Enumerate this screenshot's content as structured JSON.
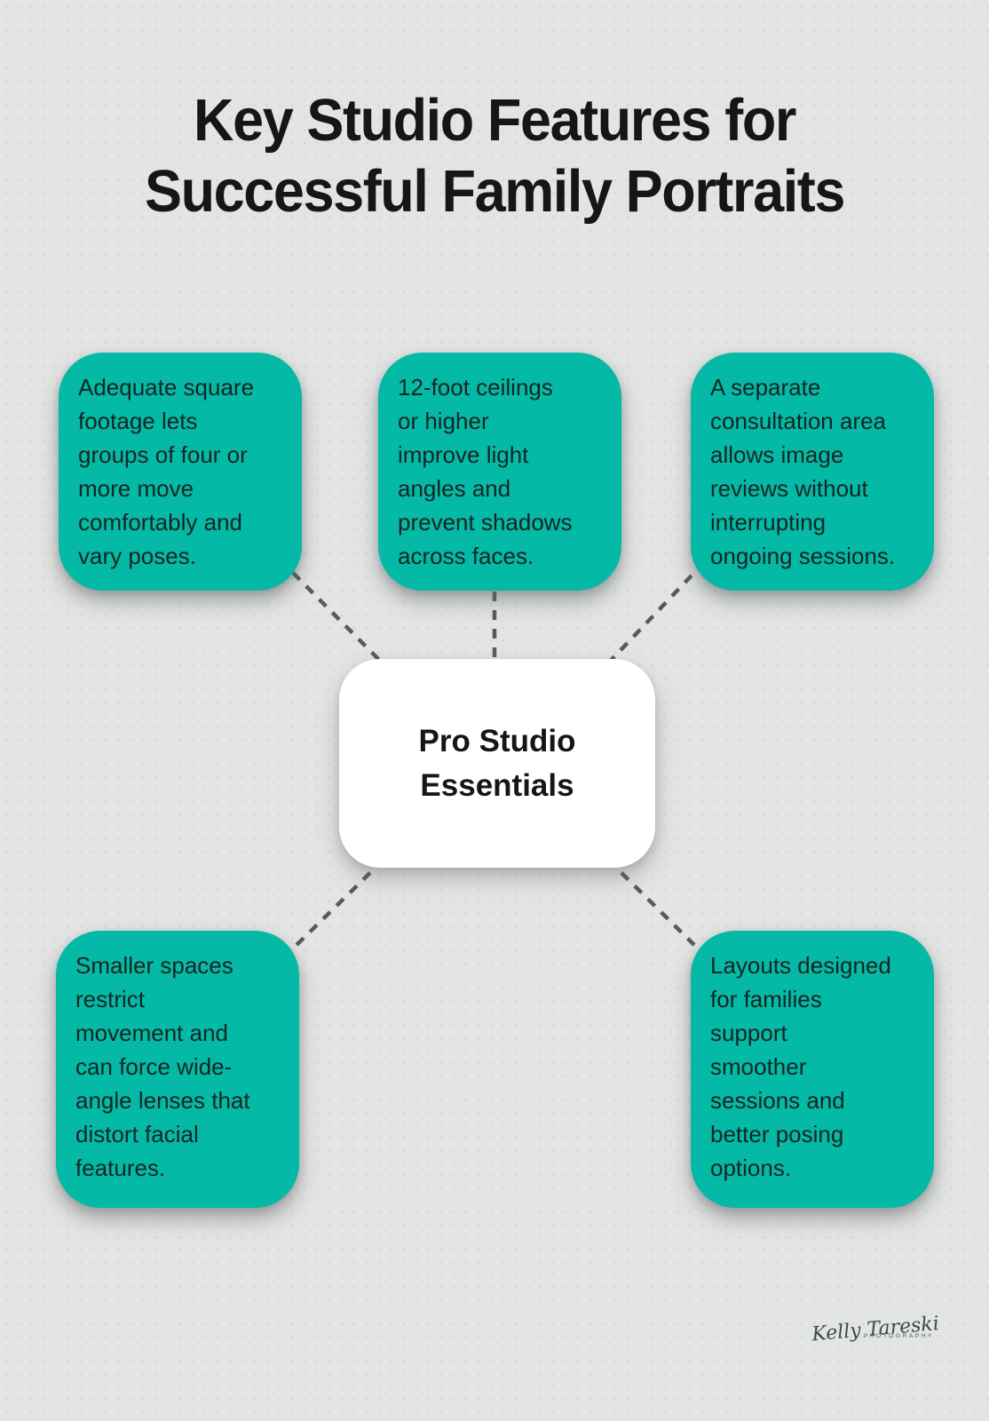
{
  "title": {
    "line1": "Key Studio Features for",
    "line2": "Successful Family Portraits"
  },
  "center_node": {
    "label": "Pro Studio\nEssentials"
  },
  "features": [
    {
      "position": "top-left",
      "text": "Adequate square\nfootage lets\ngroups of four or\nmore move\ncomfortably and\nvary poses."
    },
    {
      "position": "top-center",
      "text": "12-foot ceilings\nor higher\nimprove light\nangles and\nprevent shadows\nacross faces."
    },
    {
      "position": "top-right",
      "text": "A separate\nconsultation area\nallows image\nreviews without\ninterrupting\nongoing sessions."
    },
    {
      "position": "bottom-left",
      "text": "Smaller spaces\nrestrict\nmovement and\ncan force wide-\nangle lenses that\ndistort facial\nfeatures."
    },
    {
      "position": "bottom-right",
      "text": "Layouts designed\nfor families\nsupport\nsmoother\nsessions and\nbetter posing\noptions."
    }
  ],
  "signature": {
    "name": "Kelly Tareski",
    "subtitle": "PHOTOGRAPHY"
  },
  "colors": {
    "background": "#e3e5e4",
    "card_teal": "#04b9a6",
    "card_white": "#ffffff",
    "text_dark": "#142522",
    "title_black": "#161616",
    "connector_gray": "#595b5b"
  }
}
